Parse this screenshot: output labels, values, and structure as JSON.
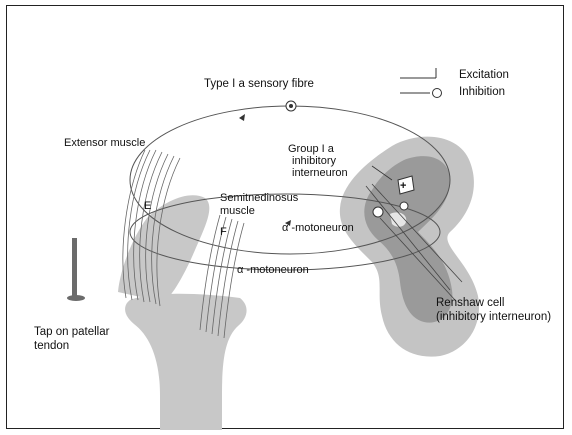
{
  "legend": {
    "excitation": "Excitation",
    "inhibition": "Inhibition"
  },
  "labels": {
    "type_ia_fibre": "Type I a sensory fibre",
    "extensor_muscle": "Extensor muscle",
    "group_ia_line1": "Group I a",
    "group_ia_line2": "inhibitory",
    "group_ia_line3": "interneuron",
    "semitendinosus_line1": "Semitnedinosus",
    "semitendinosus_line2": "muscle",
    "alpha_motoneuron_1": "α -motoneuron",
    "alpha_motoneuron_2": "α -motoneuron",
    "renshaw_line1": "Renshaw cell",
    "renshaw_line2": "(inhibitory interneuron)",
    "tap_line1": "Tap on patellar",
    "tap_line2": "tendon",
    "e_extensor": "E",
    "e_semitendinosus": "F",
    "plus_sign": "+"
  },
  "colors": {
    "outline": "#222222",
    "fibre": "#555555",
    "bone": "#c8c8c8",
    "cord_white": "#c4c4c4",
    "cord_grey": "#9a9a9a",
    "hammer": "#6b6b6b"
  }
}
